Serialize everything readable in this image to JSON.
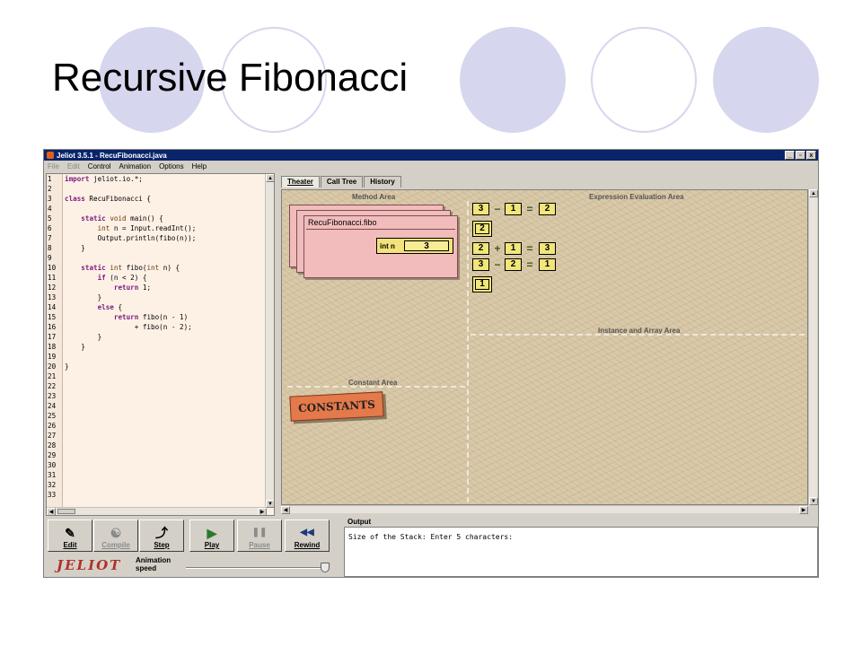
{
  "slide": {
    "title": "Recursive Fibonacci",
    "decor_color": "#d6d6ee"
  },
  "window": {
    "title": "Jeliot 3.5.1 - RecuFibonacci.java",
    "buttons": [
      "_",
      "▫",
      "x"
    ]
  },
  "menu": [
    {
      "label": "File",
      "enabled": false
    },
    {
      "label": "Edit",
      "enabled": false
    },
    {
      "label": "Control",
      "enabled": true
    },
    {
      "label": "Animation",
      "enabled": true
    },
    {
      "label": "Options",
      "enabled": true
    },
    {
      "label": "Help",
      "enabled": true
    }
  ],
  "code": {
    "lines": [
      "import jeliot.io.*;",
      "",
      "class RecuFibonacci {",
      "",
      "    static void main() {",
      "        int n = Input.readInt();",
      "        Output.println(fibo(n));",
      "    }",
      "",
      "    static int fibo(int n) {",
      "        if (n < 2) {",
      "            return 1;",
      "        }",
      "        else {",
      "            return fibo(n - 1)",
      "                 + fibo(n - 2);",
      "        }",
      "    }",
      "",
      "}",
      "",
      "",
      "",
      "",
      "",
      "",
      "",
      "",
      "",
      "",
      "",
      "",
      ""
    ]
  },
  "tabs": [
    {
      "label": "Theater",
      "active": true
    },
    {
      "label": "Call Tree",
      "active": false
    },
    {
      "label": "History",
      "active": false
    }
  ],
  "theater": {
    "method_area_label": "Method Area",
    "expression_area_label": "Expression Evaluation Area",
    "instance_area_label": "Instance and Array Area",
    "constant_area_label": "Constant Area",
    "frame": {
      "name": "RecuFibonacci.fibo",
      "var_label": "int n",
      "var_value": "3"
    },
    "expressions": [
      {
        "left": "3",
        "op": "−",
        "right": "1",
        "eq": "=",
        "result": "2"
      },
      {
        "value": "2"
      },
      {
        "left": "2",
        "op": "+",
        "right": "1",
        "eq": "=",
        "result": "3"
      },
      {
        "left": "3",
        "op": "−",
        "right": "2",
        "eq": "=",
        "result": "1"
      },
      {
        "value": "1"
      }
    ],
    "constants_label": "CONSTANTS"
  },
  "controls": {
    "buttons": [
      {
        "label": "Edit",
        "icon": "edit-icon",
        "glyph": "✎",
        "enabled": true
      },
      {
        "label": "Compile",
        "icon": "compile-icon",
        "glyph": "☯",
        "enabled": false
      },
      {
        "label": "Step",
        "icon": "step-icon",
        "glyph": "⤴",
        "enabled": true
      },
      {
        "label": "Play",
        "icon": "play-icon",
        "glyph": "▶",
        "enabled": true
      },
      {
        "label": "Pause",
        "icon": "pause-icon",
        "glyph": "❚❚",
        "enabled": false
      },
      {
        "label": "Rewind",
        "icon": "rewind-icon",
        "glyph": "◀◀",
        "enabled": true
      }
    ],
    "logo": "JELIOT",
    "speed_label_1": "Animation",
    "speed_label_2": "speed",
    "speed_value": 1.0
  },
  "output": {
    "label": "Output",
    "text": "Size of the Stack: Enter 5 characters:"
  }
}
